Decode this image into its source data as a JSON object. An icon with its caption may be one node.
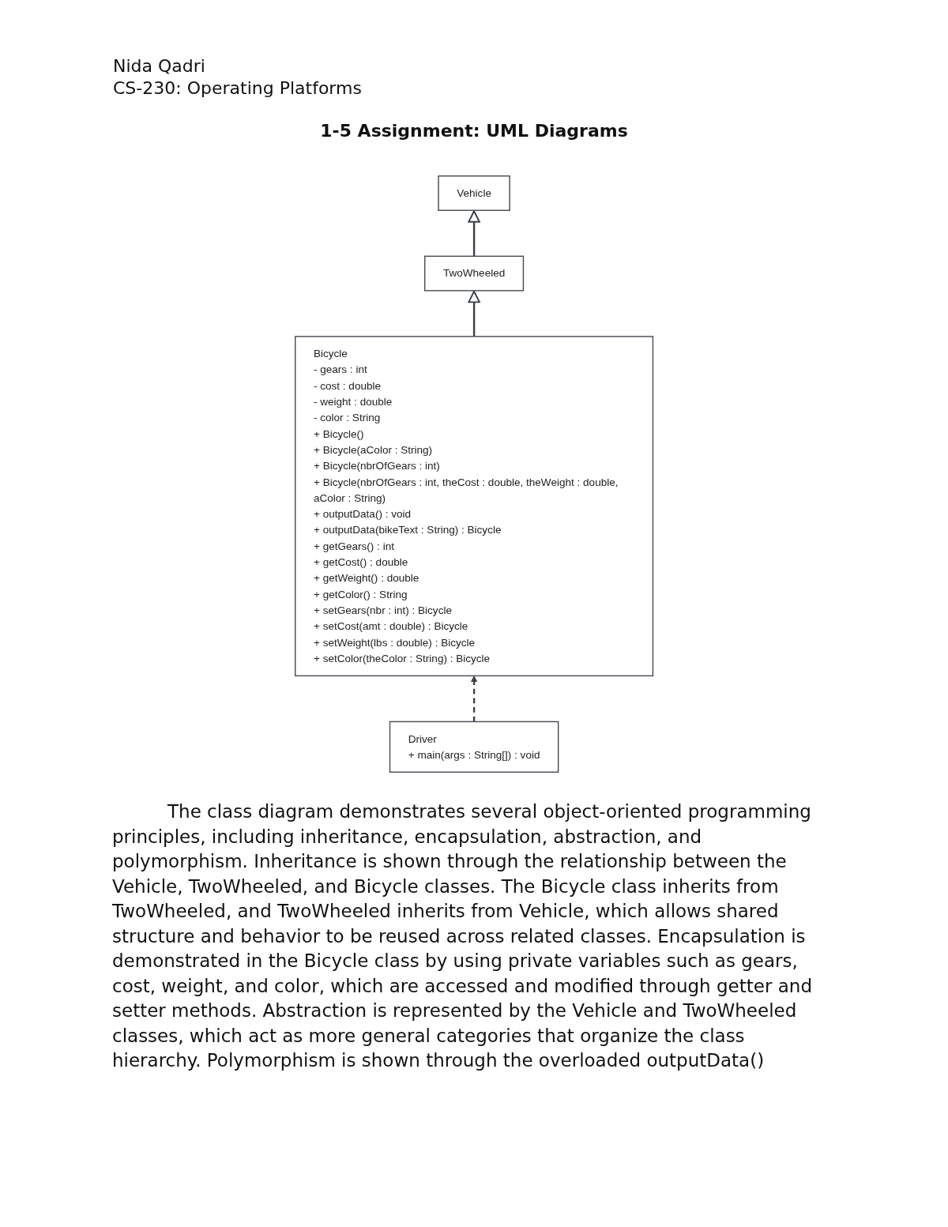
{
  "diagram": {
    "title": "1-5 Assignment: UML Diagrams",
    "nodes": [
      {
        "text": [
          "Vehicle"
        ]
      },
      {
        "text": [
          "TwoWheeled"
        ]
      },
      {
        "text": [
          "Bicycle",
          "- gears : int",
          "- cost : double",
          "- weight : double",
          "- color : String",
          "+ Bicycle()",
          "+ Bicycle(aColor : String)",
          "+ Bicycle(nbrOfGears : int)",
          "+ Bicycle(nbrOfGears : int, theCost : double, theWeight : double, aColor : String)",
          "+ outputData() : void",
          "+ outputData(bikeText : String) : Bicycle",
          "+ getGears() : int",
          "+ getCost() : double",
          "+ getWeight() : double",
          "+ getColor() : String",
          "+ setGears(nbr : int) : Bicycle",
          "+ setCost(amt : double) : Bicycle",
          "+ setWeight(lbs : double) : Bicycle",
          "+ setColor(theColor : String) : Bicycle"
        ]
      },
      {
        "text": [
          "Driver",
          "+ main(args : String[]) : void"
        ]
      }
    ],
    "edges": [
      {
        "from": 1,
        "to": 0,
        "arrow": "to"
      },
      {
        "from": 2,
        "to": 1,
        "arrow": "to"
      },
      {
        "from": 3,
        "to": 2,
        "arrow": "to",
        "style": "dashed"
      }
    ],
    "labels": [
      "Nida Qadri",
      "CS-230: Operating Platforms",
      "The class diagram demonstrates several object-oriented programming principles, including inheritance, encapsulation, abstraction, and polymorphism. Inheritance is shown through the relationship between the Vehicle, TwoWheeled, and Bicycle classes. The Bicycle class inherits from TwoWheeled, and TwoWheeled inherits from Vehicle, which allows shared structure and behavior to be reused across related classes. Encapsulation is demonstrated in the Bicycle class by using private variables such as gears, cost, weight, and color, which are accessed and modified through getter and setter methods. Abstraction is represented by the Vehicle and TwoWheeled classes, which act as more general categories that organize the class hierarchy. Polymorphism is shown through the overloaded outputData()"
    ]
  }
}
